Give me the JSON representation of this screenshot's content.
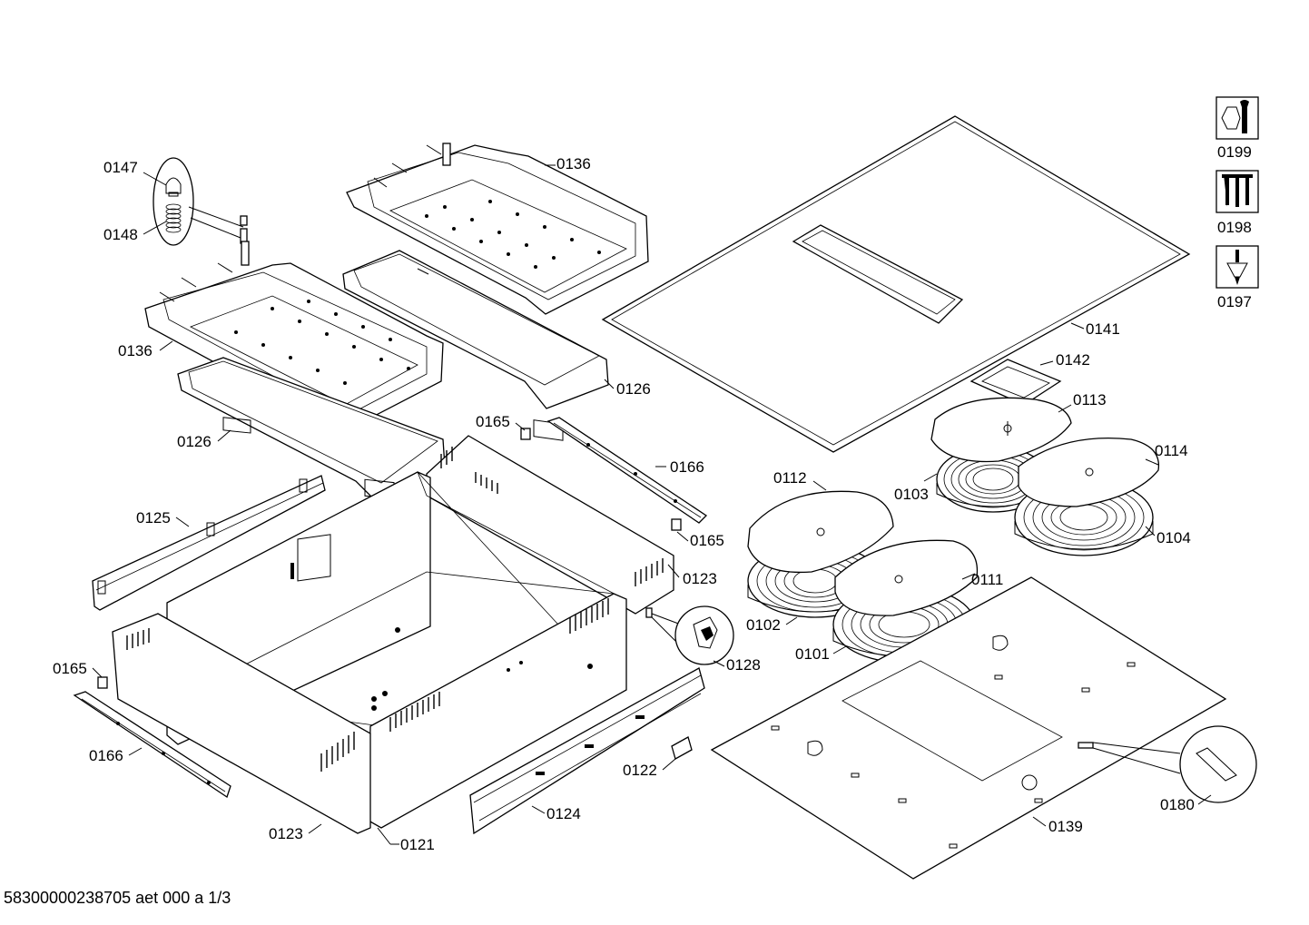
{
  "footer_text": "58300000238705 aet 000 a  1/3",
  "legend": [
    {
      "code": "0199",
      "icon": "nut-wrench-icon"
    },
    {
      "code": "0198",
      "icon": "screws-icon"
    },
    {
      "code": "0197",
      "icon": "screwdriver-icon"
    }
  ],
  "callouts": {
    "c0147": "0147",
    "c0148": "0148",
    "c0136a": "0136",
    "c0136b": "0136",
    "c0126a": "0126",
    "c0126b": "0126",
    "c0165a": "0165",
    "c0165b": "0165",
    "c0165c": "0165",
    "c0166a": "0166",
    "c0166b": "0166",
    "c0125": "0125",
    "c0123a": "0123",
    "c0123b": "0123",
    "c0128": "0128",
    "c0122": "0122",
    "c0124": "0124",
    "c0121": "0121",
    "c0141": "0141",
    "c0142": "0142",
    "c0113": "0113",
    "c0114": "0114",
    "c0103": "0103",
    "c0104": "0104",
    "c0112": "0112",
    "c0111": "0111",
    "c0102": "0102",
    "c0101": "0101",
    "c0139": "0139",
    "c0180": "0180"
  }
}
